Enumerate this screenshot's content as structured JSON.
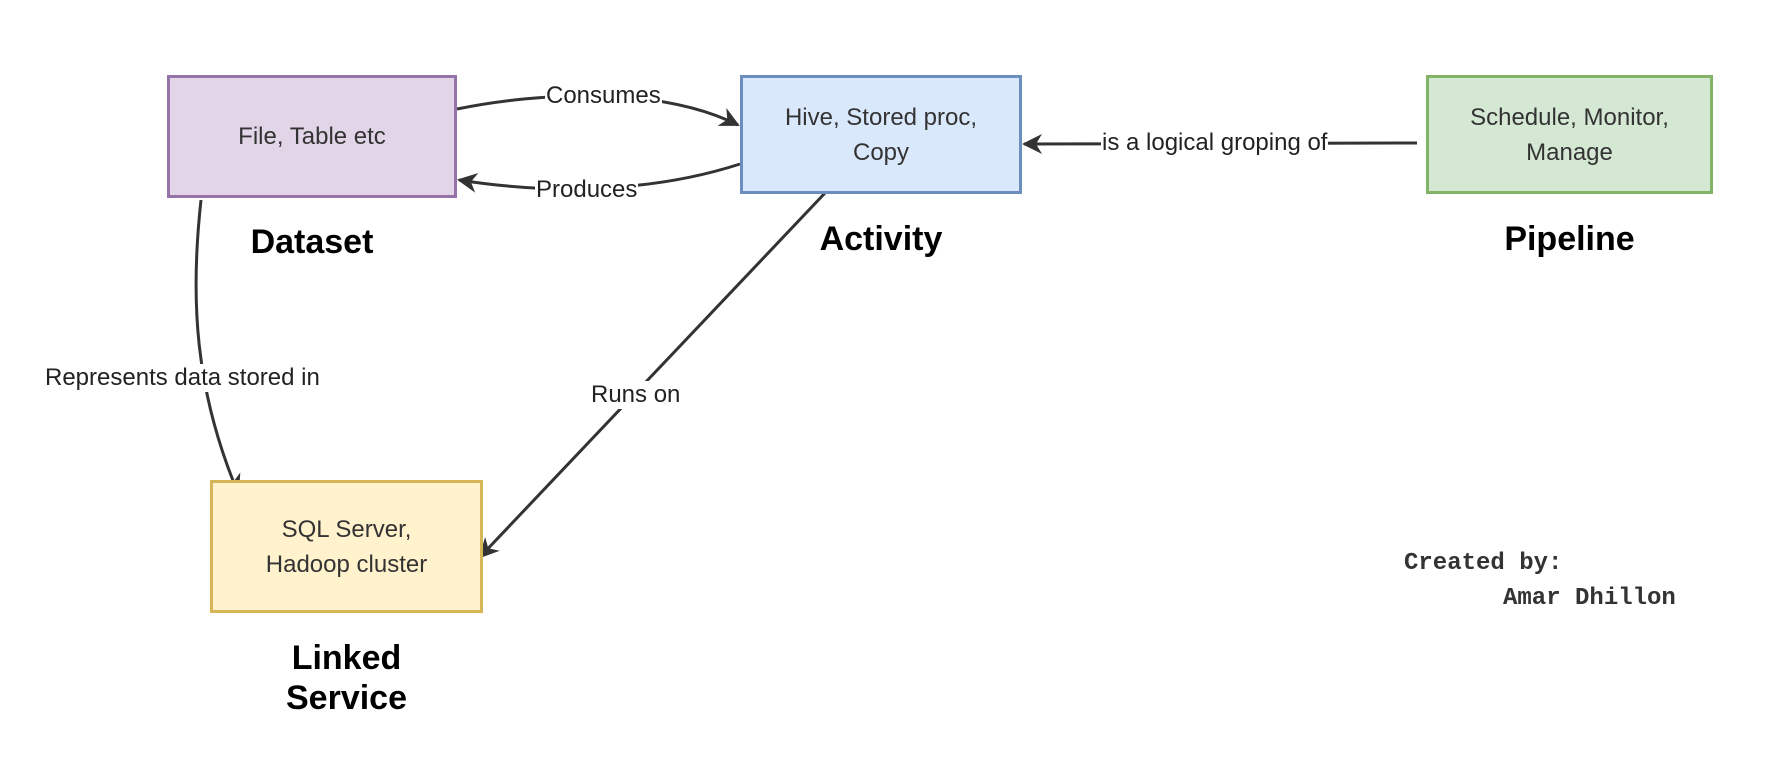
{
  "colors": {
    "dataset_fill": "#e1d5e7",
    "dataset_stroke": "#9673a6",
    "activity_fill": "#dae8fc",
    "activity_stroke": "#6c8ebf",
    "pipeline_fill": "#d5e8d4",
    "pipeline_stroke": "#82b366",
    "linked_fill": "#fff2cc",
    "linked_stroke": "#d6b656",
    "edge": "#333333"
  },
  "nodes": {
    "dataset": {
      "text": [
        "File, Table etc"
      ],
      "title": "Dataset"
    },
    "activity": {
      "text": [
        "Hive, Stored proc,",
        "Copy"
      ],
      "title": "Activity"
    },
    "pipeline": {
      "text": [
        "Schedule, Monitor,",
        "Manage"
      ],
      "title": "Pipeline"
    },
    "linked": {
      "text": [
        "SQL Server,",
        "Hadoop cluster"
      ],
      "title_lines": [
        "Linked",
        "Service"
      ]
    }
  },
  "edges": {
    "consumes": "Consumes",
    "produces": "Produces",
    "grouping": "is a logical groping of",
    "represents": "Represents data stored in",
    "runs_on": "Runs on"
  },
  "credit": {
    "line1": "Created by:",
    "line2": "Amar Dhillon"
  }
}
